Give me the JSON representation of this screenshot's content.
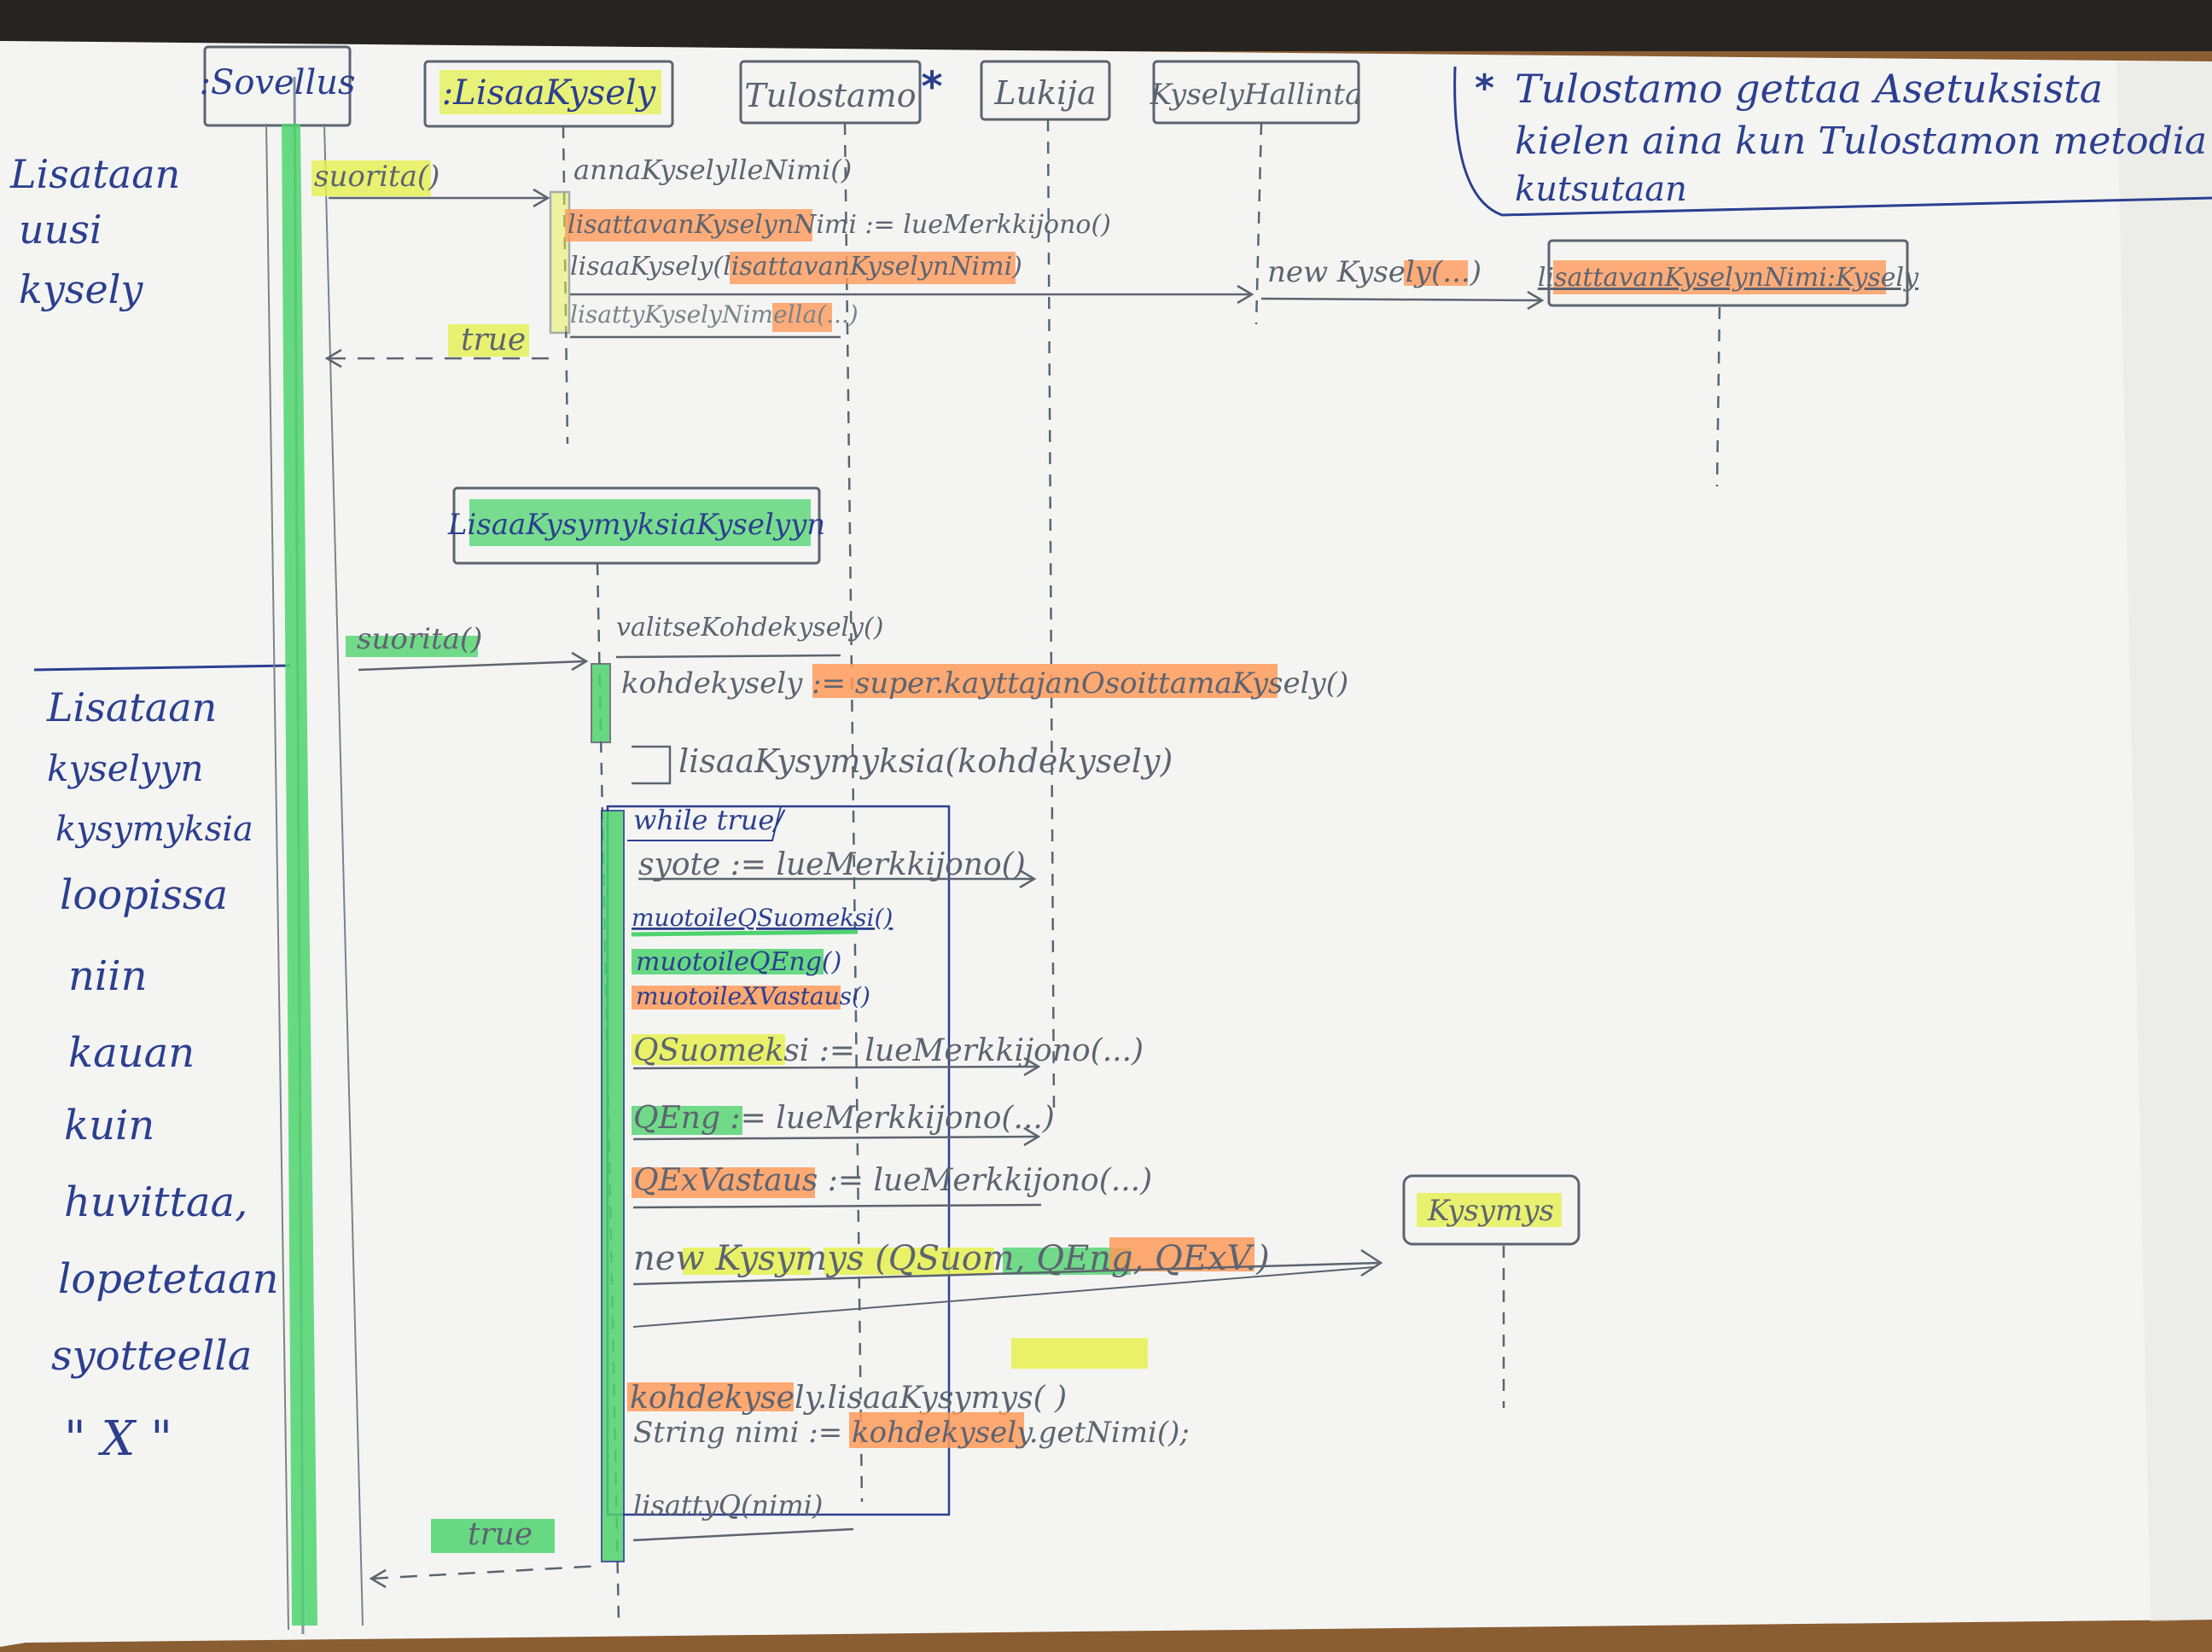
{
  "colors": {
    "paper": "#f4f5f3",
    "desk": "#8b5d33",
    "pencil": "#5d6470",
    "pen_blue": "#2c3f8f",
    "green": "#4fd36e",
    "yellow": "#e6f04f",
    "orange": "#ff9a5a"
  },
  "lifelines": {
    "sovellus": ":Sovellus",
    "lisaa_kysely": ":LisaaKysely",
    "tulostamo": "Tulostamo",
    "tulostamo_star": "*",
    "lukija": "Lukija",
    "kysely_hallinta": "KyselyHallinta",
    "new_kysely_box": "lisattavanKyselynNimi:Kysely",
    "lisaa_kysymyksia": "LisaaKysymyksiaKyselyyn",
    "kysymys": "Kysymys"
  },
  "note": {
    "star": "*",
    "lines": [
      "Tulostamo gettaa Asetuksista",
      "kielen aina kun Tulostamon metodia",
      "kutsutaan"
    ]
  },
  "side_labels": {
    "section1": [
      "Lisataan",
      "uusi",
      "kysely"
    ],
    "section2": [
      "Lisataan",
      "kyselyyn",
      "kysymyksia",
      "loopissa",
      "niin",
      "kauan",
      "kuin",
      "huvittaa,",
      "lopetetaan",
      "syotteella",
      "\" X \""
    ]
  },
  "messages": {
    "suorita_1": "suorita()",
    "anna_nimi": "annaKyselylleNimi()",
    "assign_nimi": "lisattavanKyselynNimi := lueMerkkijono()",
    "lisaa_kysely": "lisaaKysely(lisattavanKyselynNimi)",
    "lisatty_kysely": "lisattyKyselyNimella(...)",
    "new_kysely": "new Kysely(...)",
    "true_1": "true",
    "suorita_2": "suorita()",
    "valitse": "valitseKohdekysely()",
    "kohdekysely_assign": "kohdekysely := super.kayttajanOsoittamaKysely()",
    "lisaa_kysymyksia": "lisaaKysymyksia(kohdekysely)",
    "while": "while true/",
    "syote": "syote := lueMerkkijono()",
    "muotoile_q_suomeksi": "muotoileQSuomeksi()",
    "muotoile_q_eng": "muotoileQEng()",
    "muotoile_x_vastaus": "muotoileXVastaus()",
    "q_suomeksi": "QSuomeksi := lueMerkkijono(...)",
    "q_eng": "QEng := lueMerkkijono(...)",
    "q_ex_vastaus": "QExVastaus := lueMerkkijono(...)",
    "new_kysymys": "new Kysymys (QSuom, QEng, QExV.)",
    "lisaa_kysymys": "kohdekysely.lisaaKysymys(          )",
    "string_nimi": "String nimi := kohdekysely.getNimi();",
    "lisatty_q": "lisattyQ(nimi)",
    "true_2": "true"
  }
}
